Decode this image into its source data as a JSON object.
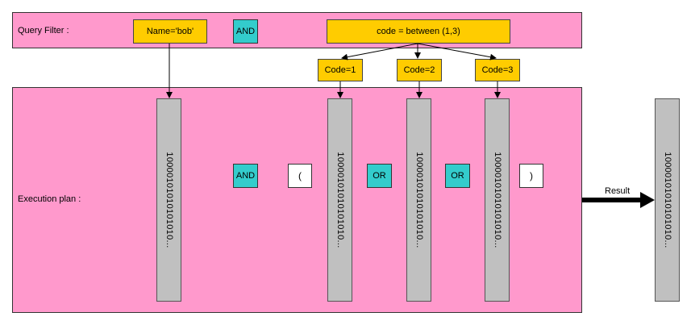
{
  "query_filter": {
    "label": "Query Filter :",
    "name_condition": "Name='bob'",
    "operator": "AND",
    "range_condition": "code = between (1,3)"
  },
  "codes": [
    "Code=1",
    "Code=2",
    "Code=3"
  ],
  "execution_plan": {
    "label": "Execution plan :",
    "bitmap": "10000101010101010...",
    "and_operator": "AND",
    "open_paren": "(",
    "or_operator_1": "OR",
    "or_operator_2": "OR",
    "close_paren": ")"
  },
  "result": {
    "label": "Result",
    "bitmap": "10000101010101010..."
  },
  "colors": {
    "panel": "#ff99cc",
    "condition_box": "#ffcc00",
    "operator_box": "#33cccc",
    "bitmap": "#c0c0c0"
  }
}
